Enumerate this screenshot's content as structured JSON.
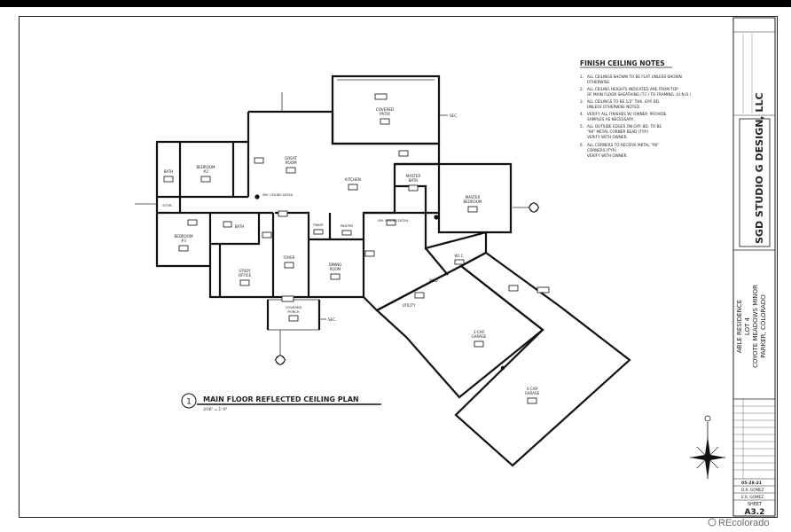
{
  "notes": {
    "title": "FINISH CEILING NOTES",
    "items": [
      {
        "num": "1.",
        "lines": [
          "ALL CEILINGS SHOWN TO BE FLAT UNLESS SHOWN",
          "OTHERWISE."
        ]
      },
      {
        "num": "2.",
        "lines": [
          "ALL CEILING HEIGHTS INDICATED ARE FROM TOP",
          "OF MAIN FLOOR SHEATHING (T.F.) TO FRAMING. (U.N.O.)"
        ]
      },
      {
        "num": "3.",
        "lines": [
          "ALL CEILINGS TO BE 1/2\" THK. GYP. BD.",
          "UNLESS OTHERWISE NOTED."
        ]
      },
      {
        "num": "4.",
        "lines": [
          "VERIFY ALL FINISHES W/ OWNER.  PROVIDE",
          "SAMPLES AS NECESSARY."
        ]
      },
      {
        "num": "5.",
        "lines": [
          "ALL OUTSIDE EDGES ON GYP. BD. TO BE",
          "\"90\" METAL CORNER BEAD (TYP.)",
          "VERIFY WITH OWNER."
        ]
      },
      {
        "num": "6.",
        "lines": [
          "ALL CORNERS TO RECEIVE METAL \"90\"",
          "CORNERS (TYP.)",
          "VERIFY WITH OWNER."
        ]
      }
    ]
  },
  "plan_title": {
    "number": "1",
    "title": "MAIN FLOOR REFLECTED CEILING PLAN",
    "scale": "3/16\" = 1'-0\""
  },
  "rooms": {
    "covered_patio": [
      "COVERED",
      "PATIO"
    ],
    "great_room": [
      "GREAT",
      "ROOM"
    ],
    "kitchen": [
      "KITCHEN"
    ],
    "bath1": [
      "BATH"
    ],
    "bedroom2": [
      "BEDROOM",
      "#2"
    ],
    "stor": [
      "STOR."
    ],
    "bedroom3": [
      "BEDROOM",
      "#3"
    ],
    "bath2": [
      "BATH"
    ],
    "study": [
      "STUDY",
      "OFFICE"
    ],
    "foyer": [
      "FOYER"
    ],
    "covered_porch": [
      "COVERED",
      "PORCH"
    ],
    "pwdr": [
      "PWDR"
    ],
    "pantry": [
      "PANTRY"
    ],
    "dining": [
      "DINING",
      "ROOM"
    ],
    "master_bath": [
      "MASTER",
      "BATH"
    ],
    "master_bedroom": [
      "MASTER",
      "BEDROOM"
    ],
    "utility": [
      "UTILITY"
    ],
    "mud": [
      "MUD"
    ],
    "wic": [
      "W.I.C."
    ],
    "garage3": [
      "3-CAR",
      "GARAGE"
    ],
    "garage4": [
      "4-CAR",
      "GARAGE"
    ]
  },
  "annotations": {
    "sim_left": "SIM. CEILING DETAIL",
    "sim_mid": "SIM. CEILING DETAIL",
    "sec_patio": "SEC.",
    "sec_porch": "SEC."
  },
  "title_block": {
    "firm": "SGD STUDIO G DESIGN, LLC",
    "project_lines": [
      "ABLE RESIDENCE",
      "LOT 4",
      "COYOTE MEADOWS MINOR",
      "PARKER, COLORADO"
    ],
    "date": "05-28-21",
    "drawn": "D.R. GOMEZ",
    "checked": "E.R. GOMEZ",
    "sheet_label": "SHEET",
    "sheet_number": "A3.2"
  },
  "watermark": "REcolorado"
}
